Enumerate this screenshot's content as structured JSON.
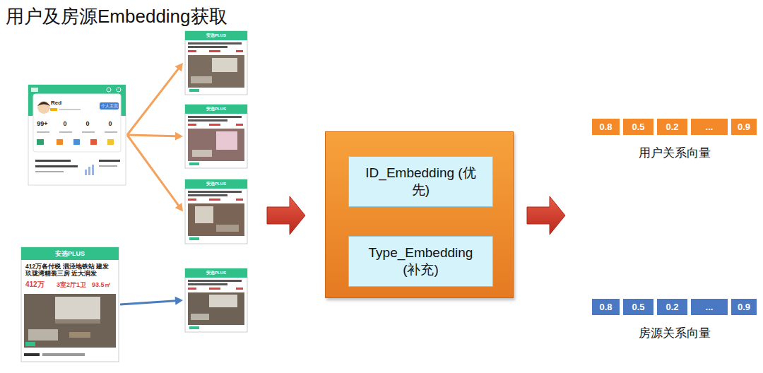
{
  "diagram": {
    "title": "用户及房源Embedding获取",
    "nodes": [
      {
        "text": [
          "Red",
          "99+",
          "0",
          "0",
          "0",
          "个人主页"
        ]
      },
      {
        "text": [
          "安选PLUS"
        ]
      },
      {
        "text": [
          "安选PLUS"
        ]
      },
      {
        "text": [
          "安选PLUS"
        ]
      },
      {
        "text": [
          "安选PLUS",
          "412万各付税 泗泾地铁站 建发玖珑湾精装三房 近大润发",
          "412万",
          "3室2厅1卫",
          "93.5㎡"
        ]
      },
      {
        "text": [
          "安选PLUS"
        ]
      },
      {
        "text": []
      },
      {
        "text": [
          "ID_Embedding (优先)"
        ],
        "in": 6
      },
      {
        "text": [
          "Type_Embedding (补充)"
        ],
        "in": 6
      },
      {
        "text": [
          "0.8"
        ]
      },
      {
        "text": [
          "0.5"
        ]
      },
      {
        "text": [
          "0.2"
        ]
      },
      {
        "text": [
          "..."
        ]
      },
      {
        "text": [
          "0.9"
        ]
      },
      {
        "text": [
          "0.8"
        ]
      },
      {
        "text": [
          "0.5"
        ]
      },
      {
        "text": [
          "0.2"
        ]
      },
      {
        "text": [
          "..."
        ]
      },
      {
        "text": [
          "0.9"
        ]
      }
    ],
    "edges": [
      {
        "from": 0,
        "to": 1,
        "arrow": "to"
      },
      {
        "from": 0,
        "to": 2,
        "arrow": "to"
      },
      {
        "from": 0,
        "to": 3,
        "arrow": "to"
      },
      {
        "from": 4,
        "to": 5,
        "arrow": "to"
      }
    ],
    "labels": [
      "用户关系向量",
      "房源关系向量"
    ]
  }
}
